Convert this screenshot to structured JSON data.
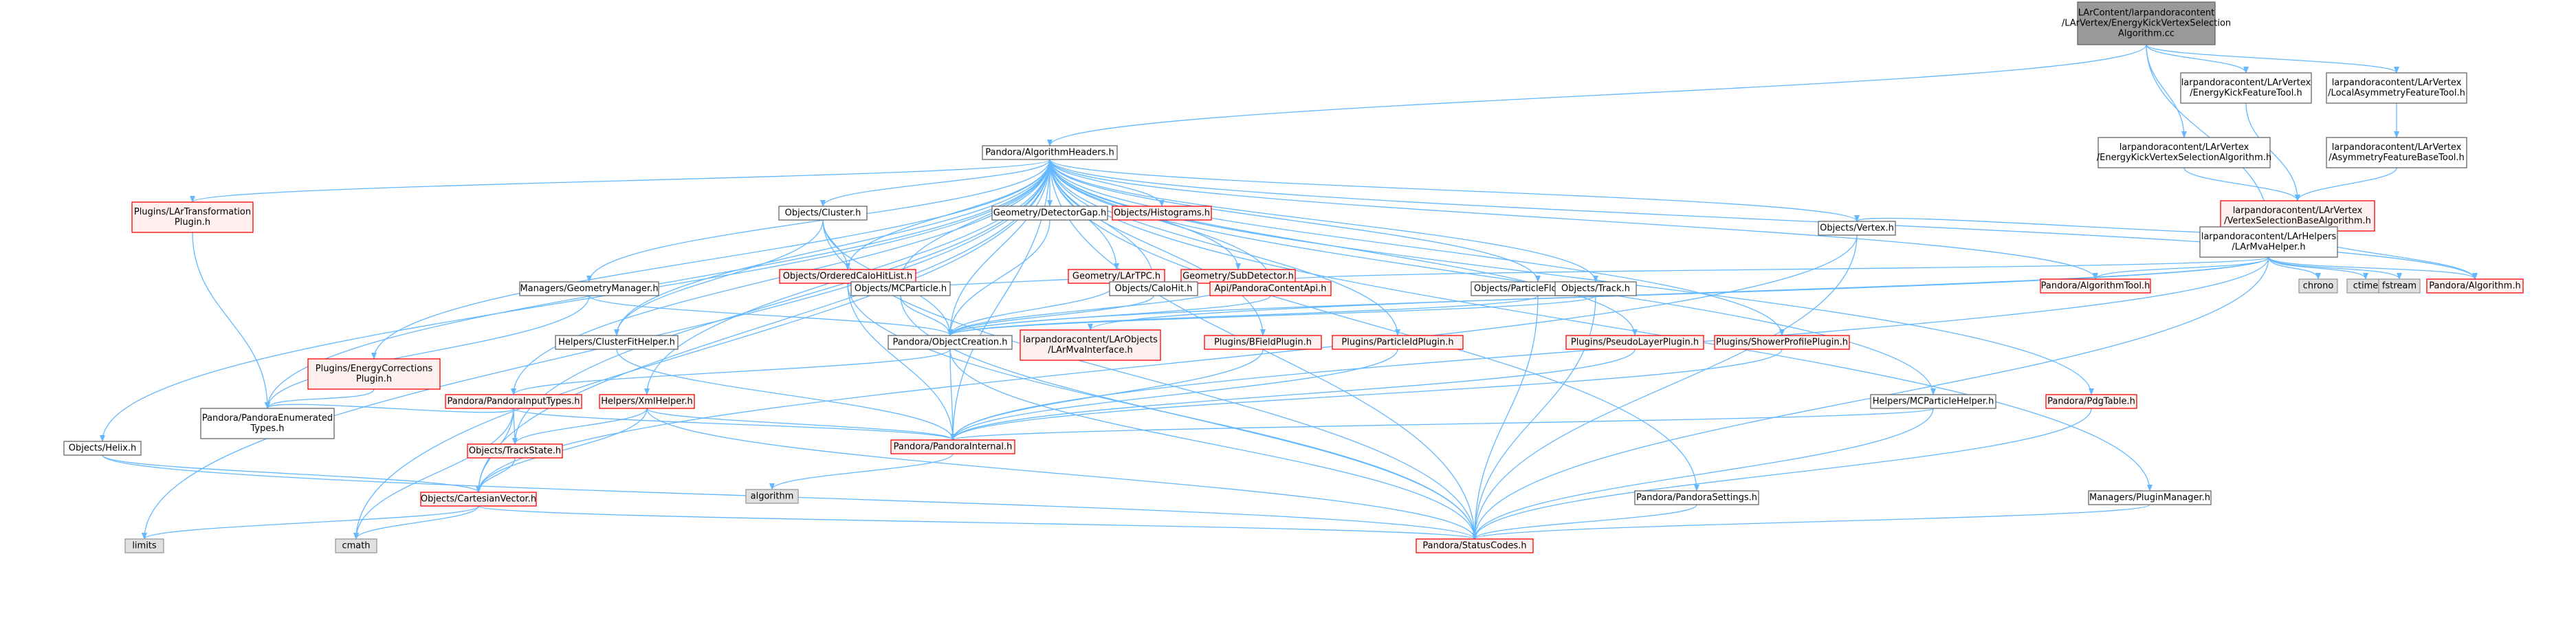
{
  "colors": {
    "edge": "#63b8ff",
    "node_border": "#666666",
    "node_fill": "#ffffff",
    "root_fill": "#999999",
    "root_border": "#666666",
    "incomplete_border": "#ff0000",
    "incomplete_fill": "#fff0f0",
    "external_fill": "#e0e0e0",
    "external_border": "#999999",
    "text": "#000000"
  },
  "nodes": [
    {
      "id": "root",
      "lines": [
        "LArContent/larpandoracontent",
        "/LArVertex/EnergyKickVertexSelection",
        "Algorithm.cc"
      ],
      "style": "root"
    },
    {
      "id": "algoHeaders",
      "lines": [
        "Pandora/AlgorithmHeaders.h"
      ],
      "style": "normal"
    },
    {
      "id": "ekFeatTool",
      "lines": [
        "larpandoracontent/LArVertex",
        "/EnergyKickFeatureTool.h"
      ],
      "style": "normal"
    },
    {
      "id": "laFeatTool",
      "lines": [
        "larpandoracontent/LArVertex",
        "/LocalAsymmetryFeatureTool.h"
      ],
      "style": "normal"
    },
    {
      "id": "ekVsAlg",
      "lines": [
        "larpandoracontent/LArVertex",
        "/EnergyKickVertexSelectionAlgorithm.h"
      ],
      "style": "normal"
    },
    {
      "id": "asymBase",
      "lines": [
        "larpandoracontent/LArVertex",
        "/AsymmetryFeatureBaseTool.h"
      ],
      "style": "normal"
    },
    {
      "id": "vsBase",
      "lines": [
        "larpandoracontent/LArVertex",
        "/VertexSelectionBaseAlgorithm.h"
      ],
      "style": "incomplete"
    },
    {
      "id": "larMva",
      "lines": [
        "larpandoracontent/LArHelpers",
        "/LArMvaHelper.h"
      ],
      "style": "normal"
    },
    {
      "id": "vertexH",
      "lines": [
        "Objects/Vertex.h"
      ],
      "style": "normal"
    },
    {
      "id": "chrono",
      "lines": [
        "chrono"
      ],
      "style": "external"
    },
    {
      "id": "ctime",
      "lines": [
        "ctime"
      ],
      "style": "external"
    },
    {
      "id": "fstream",
      "lines": [
        "fstream"
      ],
      "style": "external"
    },
    {
      "id": "algorithmH",
      "lines": [
        "Pandora/Algorithm.h"
      ],
      "style": "incomplete"
    },
    {
      "id": "algToolH",
      "lines": [
        "Pandora/AlgorithmTool.h"
      ],
      "style": "incomplete"
    },
    {
      "id": "larTransform",
      "lines": [
        "Plugins/LArTransformation",
        "Plugin.h"
      ],
      "style": "incomplete"
    },
    {
      "id": "clusterH",
      "lines": [
        "Objects/Cluster.h"
      ],
      "style": "normal"
    },
    {
      "id": "detGap",
      "lines": [
        "Geometry/DetectorGap.h"
      ],
      "style": "normal"
    },
    {
      "id": "histograms",
      "lines": [
        "Objects/Histograms.h"
      ],
      "style": "incomplete"
    },
    {
      "id": "orderedCalo",
      "lines": [
        "Objects/OrderedCaloHitList.h"
      ],
      "style": "incomplete"
    },
    {
      "id": "larTPC",
      "lines": [
        "Geometry/LArTPC.h"
      ],
      "style": "incomplete"
    },
    {
      "id": "subDet",
      "lines": [
        "Geometry/SubDetector.h"
      ],
      "style": "incomplete"
    },
    {
      "id": "geomMgr",
      "lines": [
        "Managers/GeometryManager.h"
      ],
      "style": "normal"
    },
    {
      "id": "mcParticle",
      "lines": [
        "Objects/MCParticle.h"
      ],
      "style": "normal"
    },
    {
      "id": "caloHit",
      "lines": [
        "Objects/CaloHit.h"
      ],
      "style": "normal"
    },
    {
      "id": "contentApi",
      "lines": [
        "Api/PandoraContentApi.h"
      ],
      "style": "incomplete"
    },
    {
      "id": "pfo",
      "lines": [
        "Objects/ParticleFlowObject.h"
      ],
      "style": "normal"
    },
    {
      "id": "trackH",
      "lines": [
        "Objects/Track.h"
      ],
      "style": "normal"
    },
    {
      "id": "mvaIface",
      "lines": [
        "larpandoracontent/LArObjects",
        "/LArMvaInterface.h"
      ],
      "style": "incomplete"
    },
    {
      "id": "objCreation",
      "lines": [
        "Pandora/ObjectCreation.h"
      ],
      "style": "normal"
    },
    {
      "id": "bfield",
      "lines": [
        "Plugins/BFieldPlugin.h"
      ],
      "style": "incomplete"
    },
    {
      "id": "pidPlugin",
      "lines": [
        "Plugins/ParticleIdPlugin.h"
      ],
      "style": "incomplete"
    },
    {
      "id": "pseudoLayer",
      "lines": [
        "Plugins/PseudoLayerPlugin.h"
      ],
      "style": "incomplete"
    },
    {
      "id": "showerProfile",
      "lines": [
        "Plugins/ShowerProfilePlugin.h"
      ],
      "style": "incomplete"
    },
    {
      "id": "clusterFit",
      "lines": [
        "Helpers/ClusterFitHelper.h"
      ],
      "style": "normal"
    },
    {
      "id": "energyCorr",
      "lines": [
        "Plugins/EnergyCorrections",
        "Plugin.h"
      ],
      "style": "incomplete"
    },
    {
      "id": "inputTypes",
      "lines": [
        "Pandora/PandoraInputTypes.h"
      ],
      "style": "incomplete"
    },
    {
      "id": "xmlHelper",
      "lines": [
        "Helpers/XmlHelper.h"
      ],
      "style": "incomplete"
    },
    {
      "id": "mcPartHelper",
      "lines": [
        "Helpers/MCParticleHelper.h"
      ],
      "style": "normal"
    },
    {
      "id": "pdgTable",
      "lines": [
        "Pandora/PdgTable.h"
      ],
      "style": "incomplete"
    },
    {
      "id": "helix",
      "lines": [
        "Objects/Helix.h"
      ],
      "style": "normal"
    },
    {
      "id": "enumTypes",
      "lines": [
        "Pandora/PandoraEnumerated",
        "Types.h"
      ],
      "style": "normal"
    },
    {
      "id": "trackState",
      "lines": [
        "Objects/TrackState.h"
      ],
      "style": "incomplete"
    },
    {
      "id": "internal",
      "lines": [
        "Pandora/PandoraInternal.h"
      ],
      "style": "incomplete"
    },
    {
      "id": "stdAlgorithm",
      "lines": [
        "algorithm"
      ],
      "style": "external"
    },
    {
      "id": "cartesian",
      "lines": [
        "Objects/CartesianVector.h"
      ],
      "style": "incomplete"
    },
    {
      "id": "settings",
      "lines": [
        "Pandora/PandoraSettings.h"
      ],
      "style": "normal"
    },
    {
      "id": "pluginMgr",
      "lines": [
        "Managers/PluginManager.h"
      ],
      "style": "normal"
    },
    {
      "id": "limits",
      "lines": [
        "limits"
      ],
      "style": "external"
    },
    {
      "id": "cmath",
      "lines": [
        "cmath"
      ],
      "style": "external"
    },
    {
      "id": "statusCodes",
      "lines": [
        "Pandora/StatusCodes.h"
      ],
      "style": "incomplete"
    }
  ],
  "edges": [
    [
      "root",
      "algoHeaders"
    ],
    [
      "root",
      "ekFeatTool"
    ],
    [
      "root",
      "laFeatTool"
    ],
    [
      "root",
      "ekVsAlg"
    ],
    [
      "root",
      "larMva"
    ],
    [
      "ekFeatTool",
      "vsBase"
    ],
    [
      "laFeatTool",
      "asymBase"
    ],
    [
      "asymBase",
      "vsBase"
    ],
    [
      "ekVsAlg",
      "vsBase"
    ],
    [
      "vsBase",
      "larMva"
    ],
    [
      "vsBase",
      "vertexH"
    ],
    [
      "vsBase",
      "algorithmH"
    ],
    [
      "larMva",
      "chrono"
    ],
    [
      "larMva",
      "ctime"
    ],
    [
      "larMva",
      "fstream"
    ],
    [
      "larMva",
      "algorithmH"
    ],
    [
      "larMva",
      "algToolH"
    ],
    [
      "larMva",
      "contentApi"
    ],
    [
      "larMva",
      "mvaIface"
    ],
    [
      "larMva",
      "objCreation"
    ],
    [
      "larMva",
      "internal"
    ],
    [
      "larMva",
      "statusCodes"
    ],
    [
      "vertexH",
      "cartesian"
    ],
    [
      "vertexH",
      "statusCodes"
    ],
    [
      "algoHeaders",
      "larTransform"
    ],
    [
      "algoHeaders",
      "clusterH"
    ],
    [
      "algoHeaders",
      "detGap"
    ],
    [
      "algoHeaders",
      "histograms"
    ],
    [
      "algoHeaders",
      "orderedCalo"
    ],
    [
      "algoHeaders",
      "larTPC"
    ],
    [
      "algoHeaders",
      "subDet"
    ],
    [
      "algoHeaders",
      "geomMgr"
    ],
    [
      "algoHeaders",
      "mcParticle"
    ],
    [
      "algoHeaders",
      "caloHit"
    ],
    [
      "algoHeaders",
      "contentApi"
    ],
    [
      "algoHeaders",
      "pfo"
    ],
    [
      "algoHeaders",
      "trackH"
    ],
    [
      "algoHeaders",
      "vertexH"
    ],
    [
      "algoHeaders",
      "algToolH"
    ],
    [
      "algoHeaders",
      "algorithmH"
    ],
    [
      "algoHeaders",
      "bfield"
    ],
    [
      "algoHeaders",
      "pidPlugin"
    ],
    [
      "algoHeaders",
      "pseudoLayer"
    ],
    [
      "algoHeaders",
      "showerProfile"
    ],
    [
      "algoHeaders",
      "clusterFit"
    ],
    [
      "algoHeaders",
      "energyCorr"
    ],
    [
      "algoHeaders",
      "inputTypes"
    ],
    [
      "algoHeaders",
      "xmlHelper"
    ],
    [
      "algoHeaders",
      "mcPartHelper"
    ],
    [
      "algoHeaders",
      "pdgTable"
    ],
    [
      "algoHeaders",
      "helix"
    ],
    [
      "algoHeaders",
      "enumTypes"
    ],
    [
      "algoHeaders",
      "trackState"
    ],
    [
      "algoHeaders",
      "internal"
    ],
    [
      "algoHeaders",
      "cartesian"
    ],
    [
      "algoHeaders",
      "settings"
    ],
    [
      "algoHeaders",
      "pluginMgr"
    ],
    [
      "algoHeaders",
      "limits"
    ],
    [
      "algoHeaders",
      "cmath"
    ],
    [
      "algoHeaders",
      "statusCodes"
    ],
    [
      "algoHeaders",
      "objCreation"
    ],
    [
      "larTransform",
      "enumTypes"
    ],
    [
      "clusterH",
      "orderedCalo"
    ],
    [
      "clusterH",
      "clusterFit"
    ],
    [
      "clusterH",
      "objCreation"
    ],
    [
      "clusterH",
      "statusCodes"
    ],
    [
      "orderedCalo",
      "caloHit"
    ],
    [
      "orderedCalo",
      "internal"
    ],
    [
      "orderedCalo",
      "statusCodes"
    ],
    [
      "detGap",
      "objCreation"
    ],
    [
      "larTPC",
      "objCreation"
    ],
    [
      "subDet",
      "objCreation"
    ],
    [
      "geomMgr",
      "objCreation"
    ],
    [
      "geomMgr",
      "enumTypes"
    ],
    [
      "mcParticle",
      "objCreation"
    ],
    [
      "mcParticle",
      "statusCodes"
    ],
    [
      "caloHit",
      "objCreation"
    ],
    [
      "contentApi",
      "objCreation"
    ],
    [
      "pfo",
      "objCreation"
    ],
    [
      "pfo",
      "statusCodes"
    ],
    [
      "trackH",
      "objCreation"
    ],
    [
      "trackH",
      "statusCodes"
    ],
    [
      "objCreation",
      "inputTypes"
    ],
    [
      "objCreation",
      "internal"
    ],
    [
      "objCreation",
      "statusCodes"
    ],
    [
      "bfield",
      "internal"
    ],
    [
      "pidPlugin",
      "internal"
    ],
    [
      "pseudoLayer",
      "internal"
    ],
    [
      "showerProfile",
      "internal"
    ],
    [
      "clusterFit",
      "internal"
    ],
    [
      "energyCorr",
      "enumTypes"
    ],
    [
      "inputTypes",
      "enumTypes"
    ],
    [
      "inputTypes",
      "trackState"
    ],
    [
      "inputTypes",
      "cartesian"
    ],
    [
      "inputTypes",
      "internal"
    ],
    [
      "inputTypes",
      "cmath"
    ],
    [
      "xmlHelper",
      "trackState"
    ],
    [
      "xmlHelper",
      "cartesian"
    ],
    [
      "xmlHelper",
      "internal"
    ],
    [
      "xmlHelper",
      "statusCodes"
    ],
    [
      "mcPartHelper",
      "internal"
    ],
    [
      "mcPartHelper",
      "statusCodes"
    ],
    [
      "pdgTable",
      "statusCodes"
    ],
    [
      "helix",
      "cartesian"
    ],
    [
      "helix",
      "statusCodes"
    ],
    [
      "trackState",
      "cartesian"
    ],
    [
      "internal",
      "stdAlgorithm"
    ],
    [
      "cartesian",
      "limits"
    ],
    [
      "cartesian",
      "cmath"
    ],
    [
      "cartesian",
      "statusCodes"
    ],
    [
      "settings",
      "statusCodes"
    ],
    [
      "pluginMgr",
      "statusCodes"
    ]
  ]
}
